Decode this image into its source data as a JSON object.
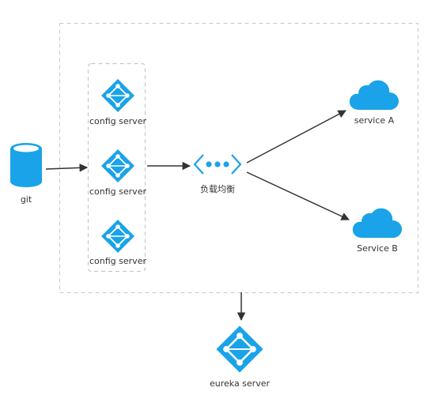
{
  "diagram": {
    "git": {
      "label": "git"
    },
    "config_servers": [
      {
        "label": "config server"
      },
      {
        "label": "config server"
      },
      {
        "label": "config server"
      }
    ],
    "load_balancer": {
      "label": "负载均衡"
    },
    "services": [
      {
        "label": "service A"
      },
      {
        "label": "Service B"
      }
    ],
    "eureka": {
      "label": "eureka server"
    }
  },
  "colors": {
    "accent": "#1aa3e8",
    "border_dashed": "#c8c8c8",
    "arrow": "#333333",
    "text": "#333333",
    "background": "#ffffff"
  },
  "icons": {
    "git": "database-cylinder-icon",
    "config_server": "diamond-network-icon",
    "load_balancer": "load-balancer-dots-icon",
    "service": "cloud-icon",
    "eureka": "diamond-network-icon"
  }
}
